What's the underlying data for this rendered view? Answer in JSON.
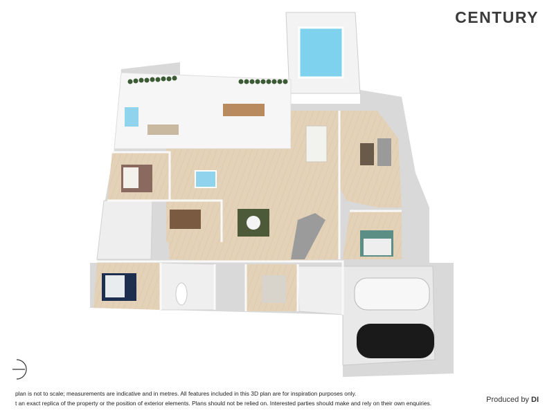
{
  "brand": {
    "name": "CENTURY"
  },
  "footer": {
    "line1": "plan is not to scale; measurements are indicative and in metres. All features included in this 3D plan are for inspiration purposes only.",
    "line2": "t an exact replica of the property or the position of exterior elements. Plans should not be relied on. Interested parties should make and rely on their own enquiries.",
    "produced_label": "Produced by",
    "produced_mark": "DI"
  },
  "colors": {
    "floor_wood": "#e4d2b8",
    "floor_tile": "#eeeeee",
    "wall": "#fbfbfb",
    "wall_shadow": "#cfcfcf",
    "pool_water": "#7fd2ee",
    "garage_floor": "#e9e9e9",
    "outdoor_deck": "#f7f7f7",
    "hedge": "#3c5a34"
  },
  "icons": [
    "compass-icon"
  ]
}
